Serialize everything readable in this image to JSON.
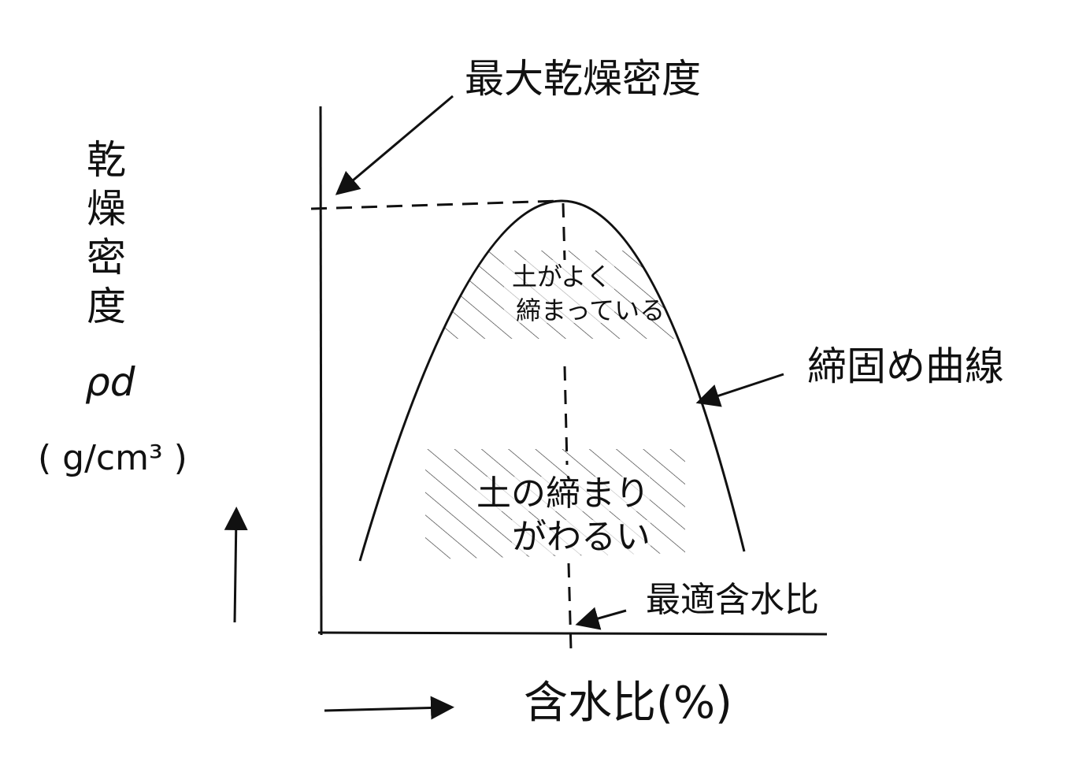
{
  "labels": {
    "max_dry_density": "最大乾燥密度",
    "y_axis_title": "乾燥密度",
    "y_axis_symbol": "ρd",
    "y_axis_unit": "( g/cm³ )",
    "x_axis_title": "含水比(%)",
    "curve_name": "締固め曲線",
    "optimum_moisture": "最適含水比",
    "well_compacted_line1": "土がよく",
    "well_compacted_line2": "締まっている",
    "poorly_compacted_line1": "土の締まり",
    "poorly_compacted_line2": "がわるい"
  },
  "colors": {
    "ink": "#111111",
    "background": "#ffffff"
  }
}
